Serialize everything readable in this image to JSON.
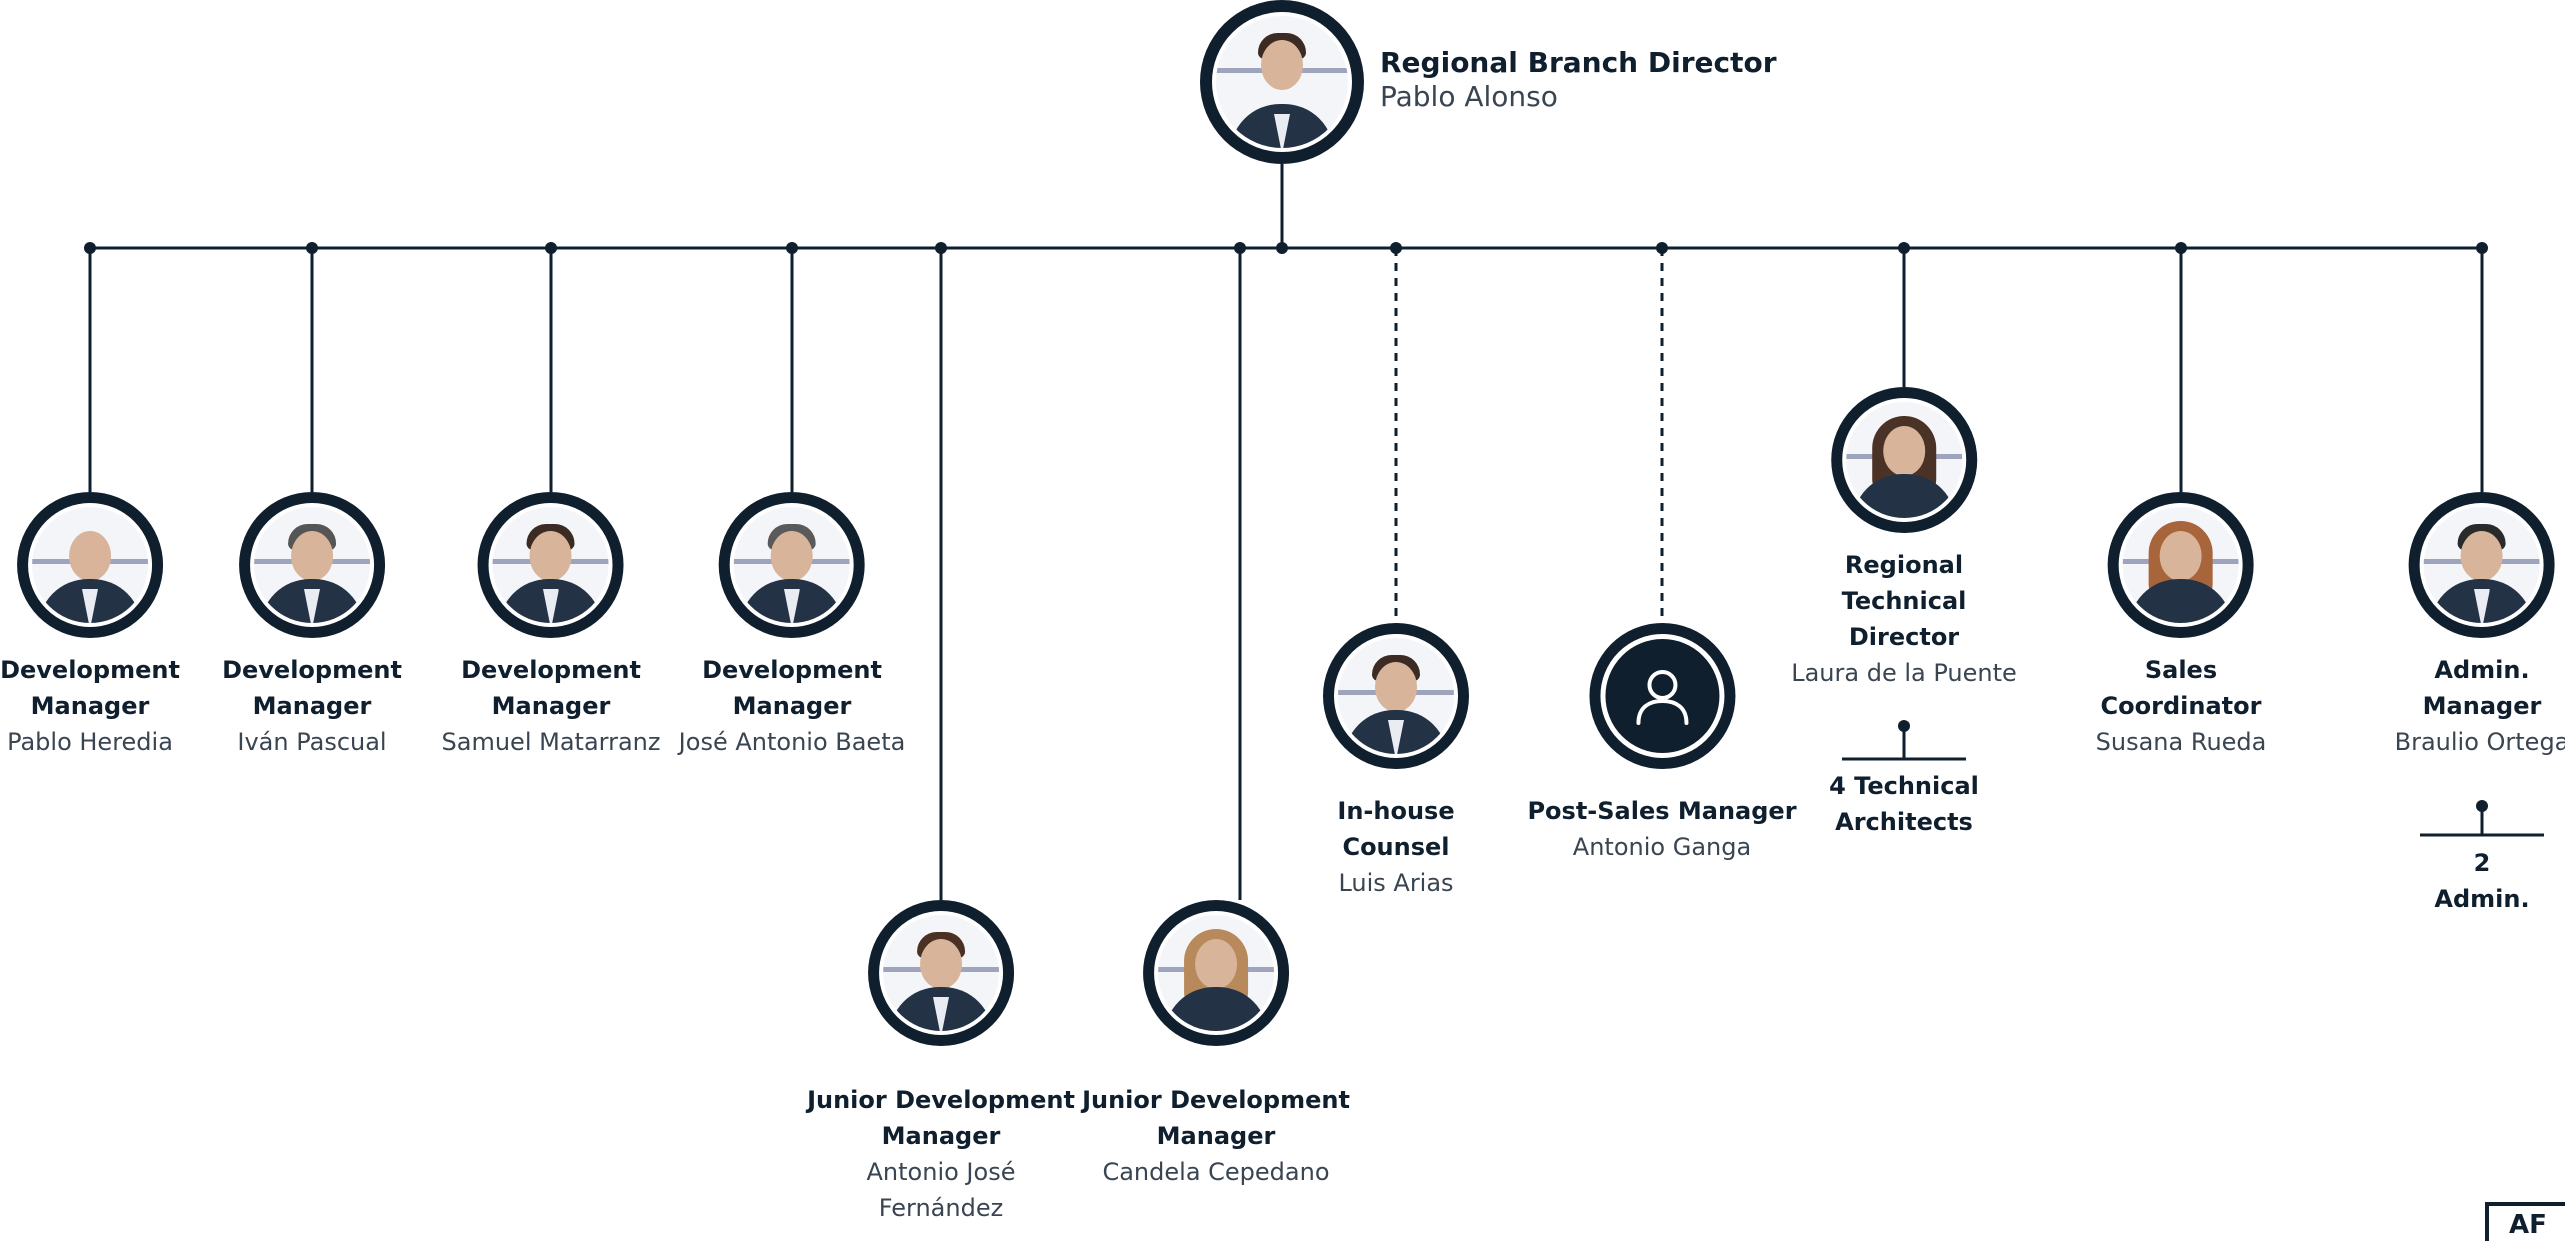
{
  "director": {
    "title": "Regional Branch Director",
    "name": "Pablo Alonso"
  },
  "reports": [
    {
      "id": "pablo-heredia",
      "title": "Development\nManager",
      "name": "Pablo Heredia",
      "line": "solid"
    },
    {
      "id": "ivan-pascual",
      "title": "Development\nManager",
      "name": "Iván Pascual",
      "line": "solid"
    },
    {
      "id": "samuel-matarranz",
      "title": "Development\nManager",
      "name": "Samuel Matarranz",
      "line": "solid"
    },
    {
      "id": "jose-antonio-baeta",
      "title": "Development\nManager",
      "name": "José Antonio Baeta",
      "line": "solid"
    },
    {
      "id": "antonio-jose-fernandez",
      "title": "Junior Development\nManager",
      "name": "Antonio José\nFernández",
      "line": "solid"
    },
    {
      "id": "candela-cepedano",
      "title": "Junior Development\nManager",
      "name": "Candela Cepedano",
      "line": "solid"
    },
    {
      "id": "luis-arias",
      "title": "In-house\nCounsel",
      "name": "Luis Arias",
      "line": "dashed"
    },
    {
      "id": "antonio-ganga",
      "title": "Post-Sales Manager",
      "name": "Antonio Ganga",
      "line": "dashed",
      "avatar_icon": "person-icon"
    },
    {
      "id": "laura-de-la-puente",
      "title": "Regional\nTechnical\nDirector",
      "name": "Laura de la Puente",
      "line": "solid",
      "subordinates": "4 Technical\nArchitects"
    },
    {
      "id": "susana-rueda",
      "title": "Sales\nCoordinator",
      "name": "Susana Rueda",
      "line": "solid"
    },
    {
      "id": "braulio-ortega",
      "title": "Admin.\nManager",
      "name": "Braulio Ortega",
      "line": "solid",
      "subordinates": "2 Admin."
    }
  ],
  "corner_badge": "AF",
  "colors": {
    "navy": "#0f1f2e",
    "text_gray": "#3a4552",
    "photo_bg": "#f4f5f8"
  }
}
